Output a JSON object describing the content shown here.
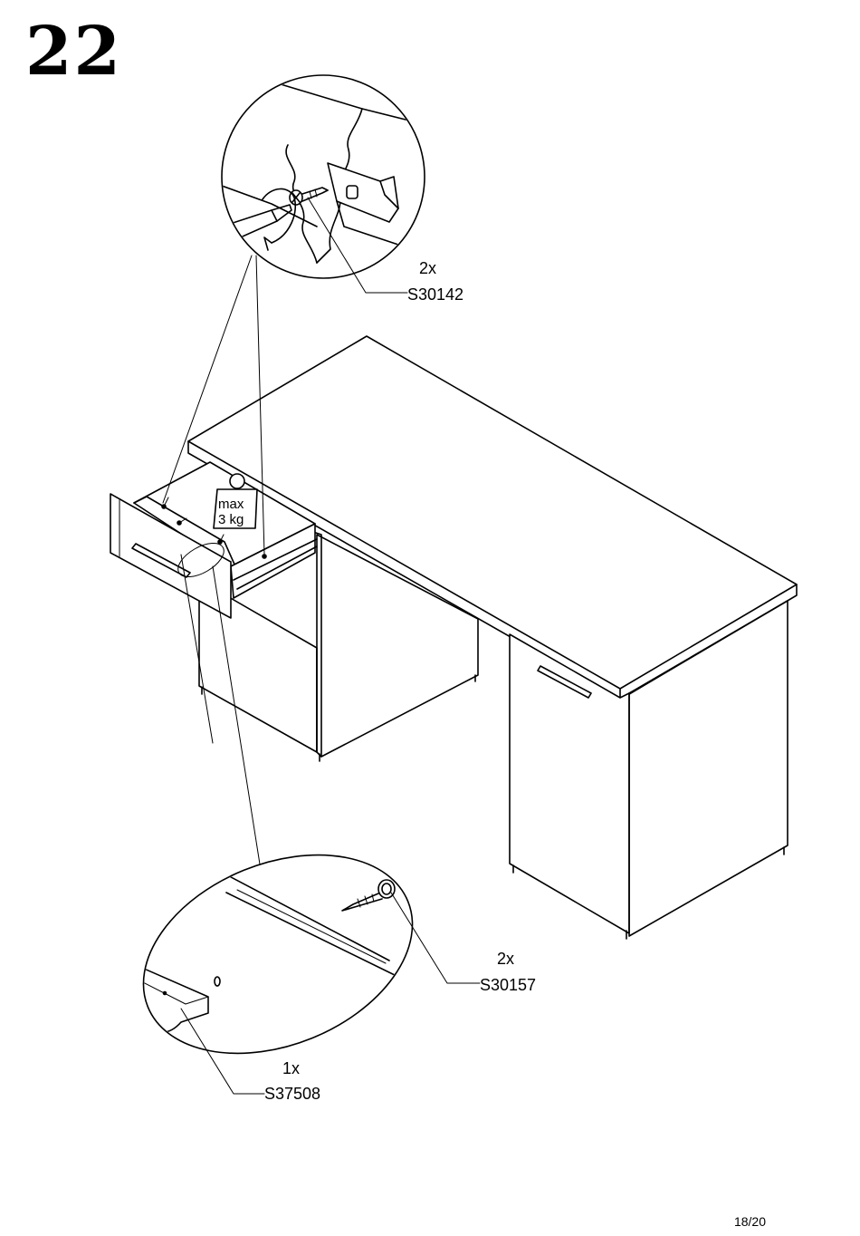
{
  "step_number": "22",
  "weight_label": {
    "line1": "max",
    "line2": "3 kg"
  },
  "callouts": [
    {
      "qty": "2x",
      "code": "S30142"
    },
    {
      "qty": "2x",
      "code": "S30157"
    },
    {
      "qty": "1x",
      "code": "S37508"
    }
  ],
  "page_number": "18/20"
}
